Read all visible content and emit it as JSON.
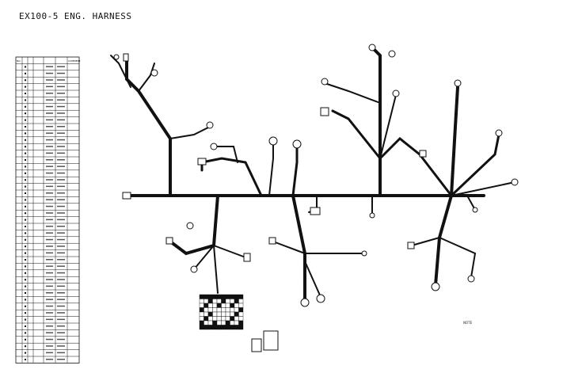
{
  "title": "EX100-5   ENG. HARNESS",
  "table": {
    "headers": [
      "NO.",
      "COMMENT"
    ],
    "rows": 45
  },
  "notes": {
    "heading": "NOTE"
  }
}
